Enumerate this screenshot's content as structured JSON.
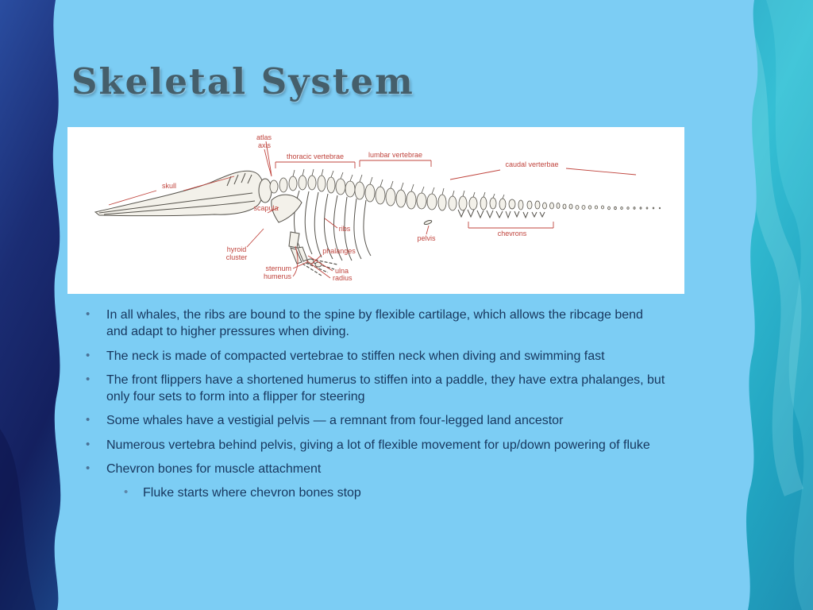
{
  "slide": {
    "title": "Skeletal System",
    "bullet_char": "•",
    "colors": {
      "slide_bg": "#7ccdf4",
      "outer_navy": "#14205f",
      "outer_teal": "#35bfd4",
      "title_text": "#455f6b",
      "body_text": "#17375e",
      "bullet_marker": "#4a7296",
      "diagram_label_red": "#c0453e",
      "diagram_bg": "#ffffff"
    },
    "diagram": {
      "name": "whale-skeleton-diagram",
      "labels": [
        {
          "id": "atlas",
          "text": "atlas"
        },
        {
          "id": "axis",
          "text": "axis"
        },
        {
          "id": "thoracic-vertebrae",
          "text": "thoracic vertebrae"
        },
        {
          "id": "lumbar-vertebrae",
          "text": "lumbar vertebrae"
        },
        {
          "id": "caudal-vertebrae",
          "text": "caudal verterbae"
        },
        {
          "id": "skull",
          "text": "skull"
        },
        {
          "id": "scapula",
          "text": "scapula"
        },
        {
          "id": "ribs",
          "text": "ribs"
        },
        {
          "id": "pelvis",
          "text": "pelvis"
        },
        {
          "id": "chevrons",
          "text": "chevrons"
        },
        {
          "id": "hyroid",
          "text": "hyroid"
        },
        {
          "id": "cluster",
          "text": "cluster"
        },
        {
          "id": "phalanges",
          "text": "phalanges"
        },
        {
          "id": "sternum",
          "text": "sternum"
        },
        {
          "id": "humerus",
          "text": "humerus"
        },
        {
          "id": "ulna",
          "text": "ulna"
        },
        {
          "id": "radius",
          "text": "radius"
        }
      ]
    },
    "bullets": [
      {
        "level": 1,
        "text": "In all whales, the ribs are bound to the spine by flexible cartilage, which allows the ribcage bend and adapt to higher pressures when diving."
      },
      {
        "level": 1,
        "text": "The neck is made of compacted vertebrae to stiffen neck when diving and swimming fast"
      },
      {
        "level": 1,
        "text": "The front flippers have a shortened humerus to stiffen into a paddle, they have extra phalanges, but only four sets to form into a flipper for steering"
      },
      {
        "level": 1,
        "text": "Some whales have a vestigial pelvis — a remnant from four-legged land ancestor"
      },
      {
        "level": 1,
        "text": "Numerous vertebra behind pelvis, giving a lot of flexible movement for up/down powering of fluke"
      },
      {
        "level": 1,
        "text": "Chevron bones for muscle attachment"
      },
      {
        "level": 2,
        "text": "Fluke starts where chevron bones stop"
      }
    ]
  }
}
